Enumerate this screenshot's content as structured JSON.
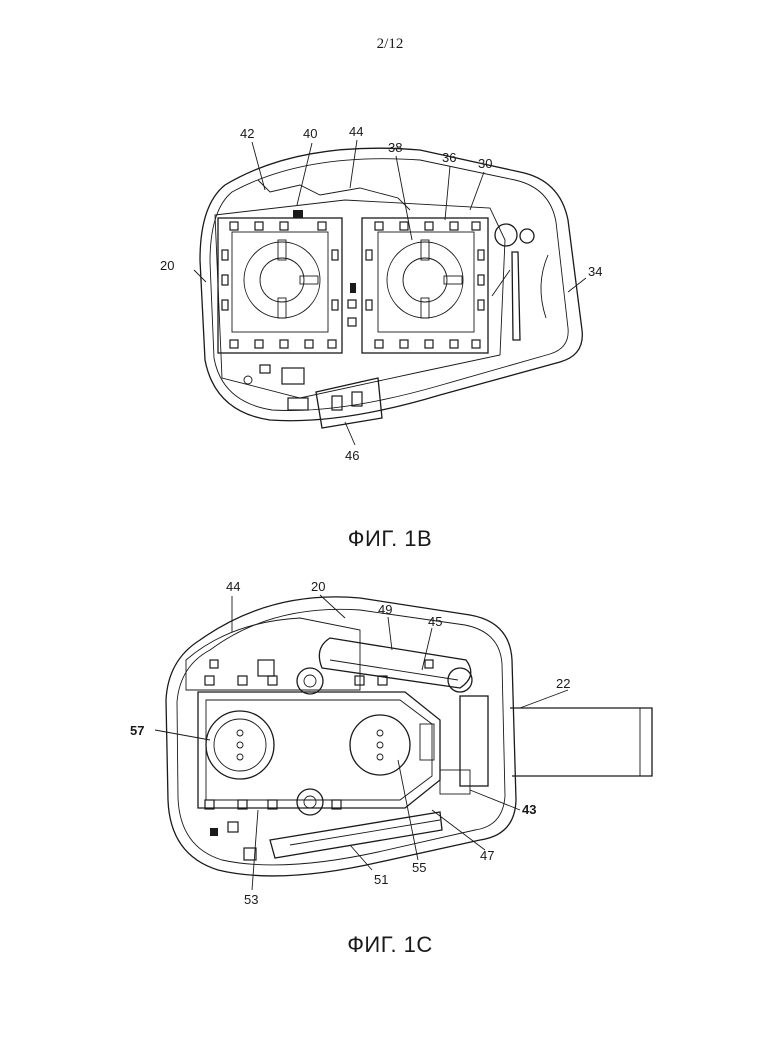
{
  "page_number": "2/12",
  "figure_b": {
    "caption": "ФИГ. 1B",
    "refs": {
      "r42": "42",
      "r40": "40",
      "r44": "44",
      "r38": "38",
      "r36": "36",
      "r30": "30",
      "r20": "20",
      "r34": "34",
      "r46": "46"
    }
  },
  "figure_c": {
    "caption": "ФИГ. 1C",
    "refs": {
      "r44": "44",
      "r20": "20",
      "r49": "49",
      "r45": "45",
      "r22": "22",
      "r57": "57",
      "r43": "43",
      "r47": "47",
      "r55": "55",
      "r51": "51",
      "r53": "53"
    }
  }
}
